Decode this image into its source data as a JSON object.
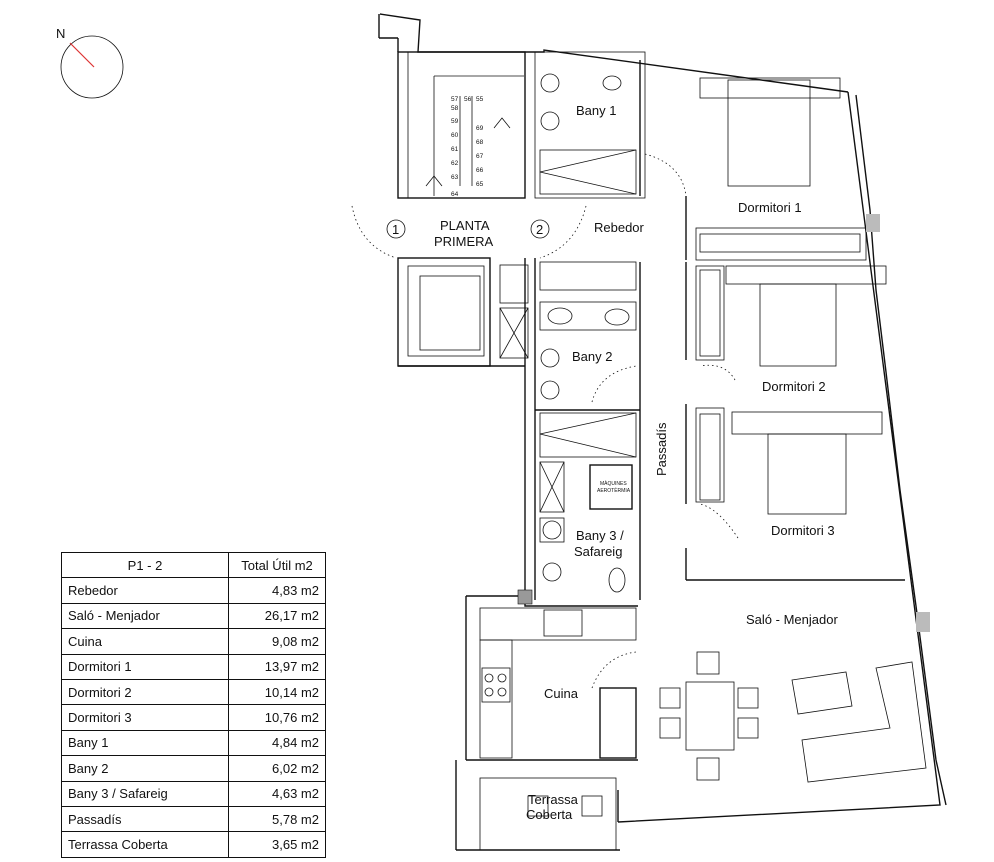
{
  "compass": {
    "north_label": "N"
  },
  "plan": {
    "floor_label_line1": "PLANTA",
    "floor_label_line2": "PRIMERA",
    "stair_marker_1": "1",
    "stair_marker_2": "2",
    "stair_steps_left": [
      "57",
      "58",
      "59",
      "60",
      "61",
      "62",
      "63",
      "64"
    ],
    "stair_steps_mid": [
      "56"
    ],
    "stair_steps_right": [
      "55",
      "69",
      "68",
      "67",
      "66",
      "65"
    ],
    "equipment_label_line1": "MÀQUINES",
    "equipment_label_line2": "AEROTÈRMIA",
    "rooms": {
      "bany1": "Bany 1",
      "rebedor": "Rebedor",
      "dormitori1": "Dormitori 1",
      "bany2": "Bany 2",
      "dormitori2": "Dormitori 2",
      "passadis": "Passadís",
      "dormitori3": "Dormitori 3",
      "bany3_line1": "Bany 3 /",
      "bany3_line2": "Safareig",
      "salo": "Saló - Menjador",
      "cuina": "Cuina",
      "terrassa_line1": "Terrassa",
      "terrassa_line2": "Coberta"
    }
  },
  "area_table": {
    "header_unit": "P1 - 2",
    "header_total": "Total Útil m2",
    "rows": [
      {
        "room": "Rebedor",
        "area": "4,83 m2"
      },
      {
        "room": "Saló - Menjador",
        "area": "26,17 m2"
      },
      {
        "room": "Cuina",
        "area": "9,08 m2"
      },
      {
        "room": "Dormitori 1",
        "area": "13,97 m2"
      },
      {
        "room": "Dormitori 2",
        "area": "10,14 m2"
      },
      {
        "room": "Dormitori 3",
        "area": "10,76 m2"
      },
      {
        "room": "Bany 1",
        "area": "4,84 m2"
      },
      {
        "room": "Bany 2",
        "area": "6,02 m2"
      },
      {
        "room": "Bany 3 / Safareig",
        "area": "4,63 m2"
      },
      {
        "room": "Passadís",
        "area": "5,78 m2"
      },
      {
        "room": "Terrassa Coberta",
        "area": "3,65 m2"
      }
    ]
  }
}
